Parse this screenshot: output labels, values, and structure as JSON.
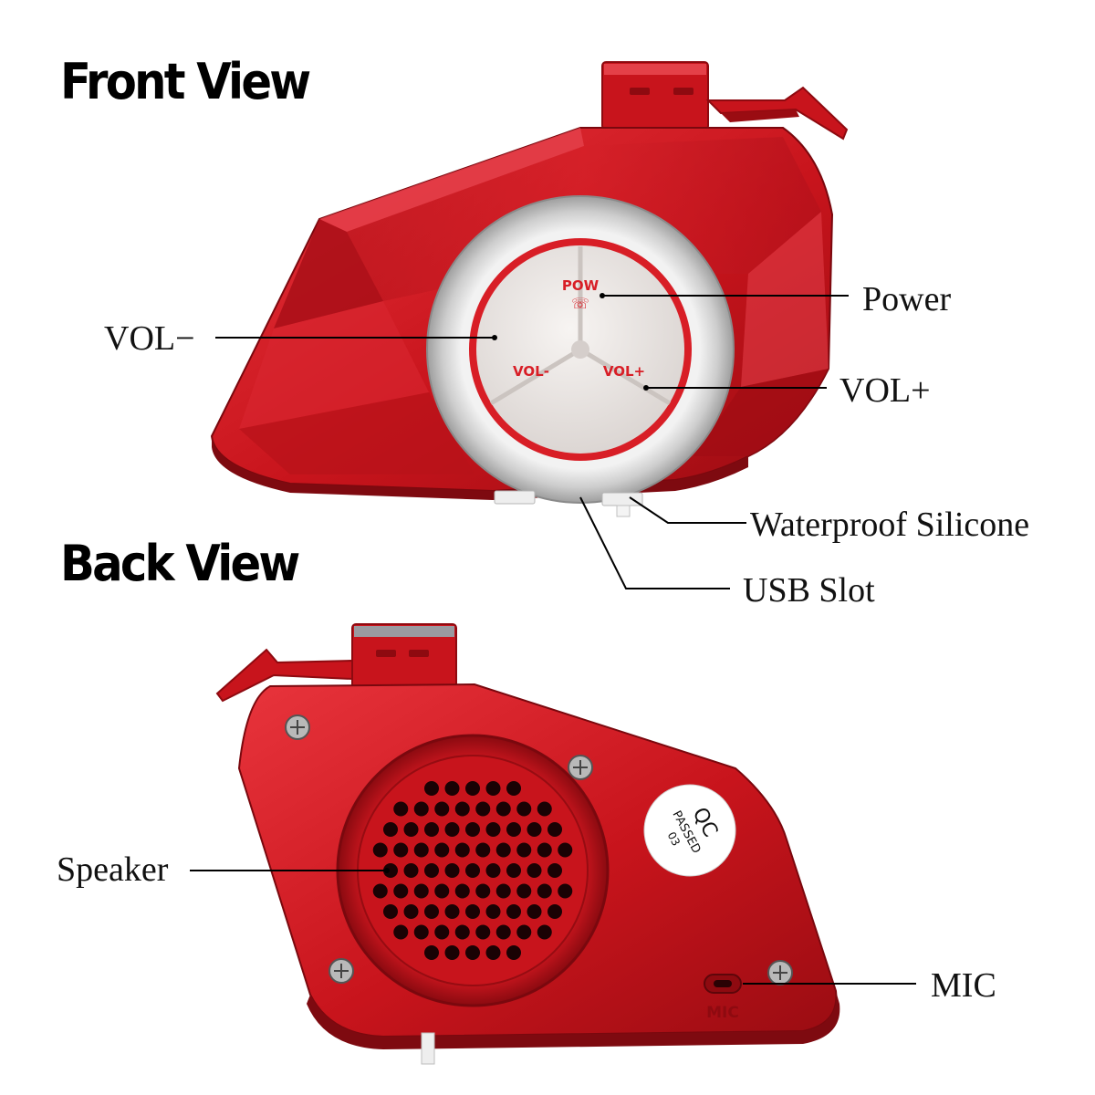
{
  "headings": {
    "front": "Front View",
    "back": "Back View"
  },
  "callouts": {
    "power": "Power",
    "vol_minus": "VOL−",
    "vol_plus": "VOL+",
    "waterproof": "Waterproof Silicone",
    "usb": "USB Slot",
    "speaker": "Speaker",
    "mic": "MIC"
  },
  "device_labels": {
    "pow": "POW",
    "vol_minus": "VOL-",
    "vol_plus": "VOL+",
    "qc": "QC",
    "passed": "PASSED",
    "qc_number": "03",
    "mic_engraving": "MIC"
  },
  "colors": {
    "body_red": "#c8141c",
    "dark_red": "#8e0a10",
    "light_red": "#e44048",
    "silver_ring": "#cfcfcf",
    "button_white": "#ece8e6",
    "line": "#000000"
  }
}
